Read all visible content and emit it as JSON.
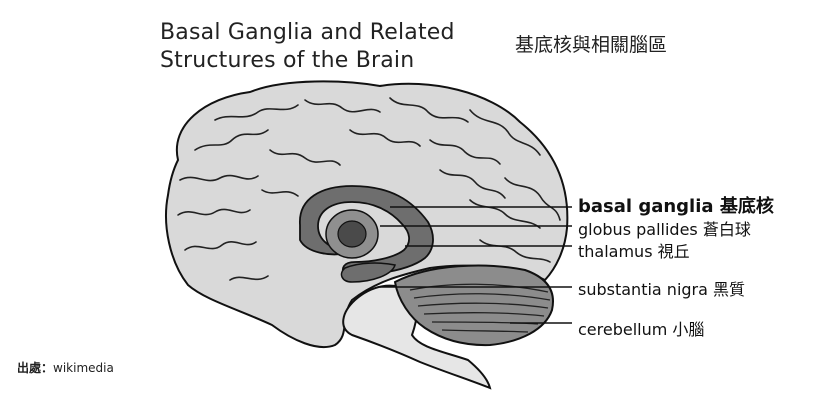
{
  "title_line1": "Basal Ganglia and Related",
  "title_line2": "Structures of the Brain",
  "title_zh": "基底核與相關腦區",
  "labels": [
    {
      "en": "basal ganglia",
      "zh": "基底核"
    },
    {
      "en": "globus pallides",
      "zh": "蒼白球"
    },
    {
      "en": "thalamus",
      "zh": "視丘"
    },
    {
      "en": "substantia nigra",
      "zh": "黑質"
    },
    {
      "en": "cerebellum",
      "zh": "小腦"
    }
  ],
  "source": {
    "prefix": "出處：",
    "text": "wikimedia"
  },
  "colors": {
    "cortex": "#d9d9d9",
    "basal_ganglia": "#6e6e6e",
    "globus": "#8f8f8f",
    "thalamus_core": "#4a4a4a",
    "cerebellum": "#8c8c8c",
    "stem": "#e6e6e6"
  }
}
